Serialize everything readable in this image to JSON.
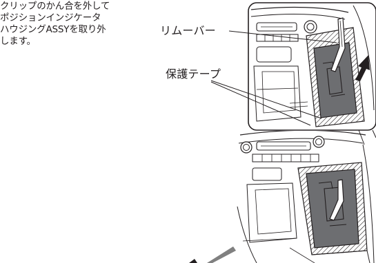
{
  "instruction": {
    "lines": [
      "クリップのかん合を外して",
      "ポジションインジケータ",
      "ハウジングASSYを取り外",
      "します。"
    ]
  },
  "labels": {
    "remover": "リムーバー",
    "protective_tape": "保護テープ"
  },
  "icons": {
    "removal_direction": "arrow-up-right-icon",
    "remover_tool": "remover-tool-icon"
  },
  "colors": {
    "line": "#231f20",
    "housing_fill": "#6d6e71",
    "hatch": "#231f20",
    "arrow": "#231f20",
    "arrow_pointer": "#808080"
  }
}
